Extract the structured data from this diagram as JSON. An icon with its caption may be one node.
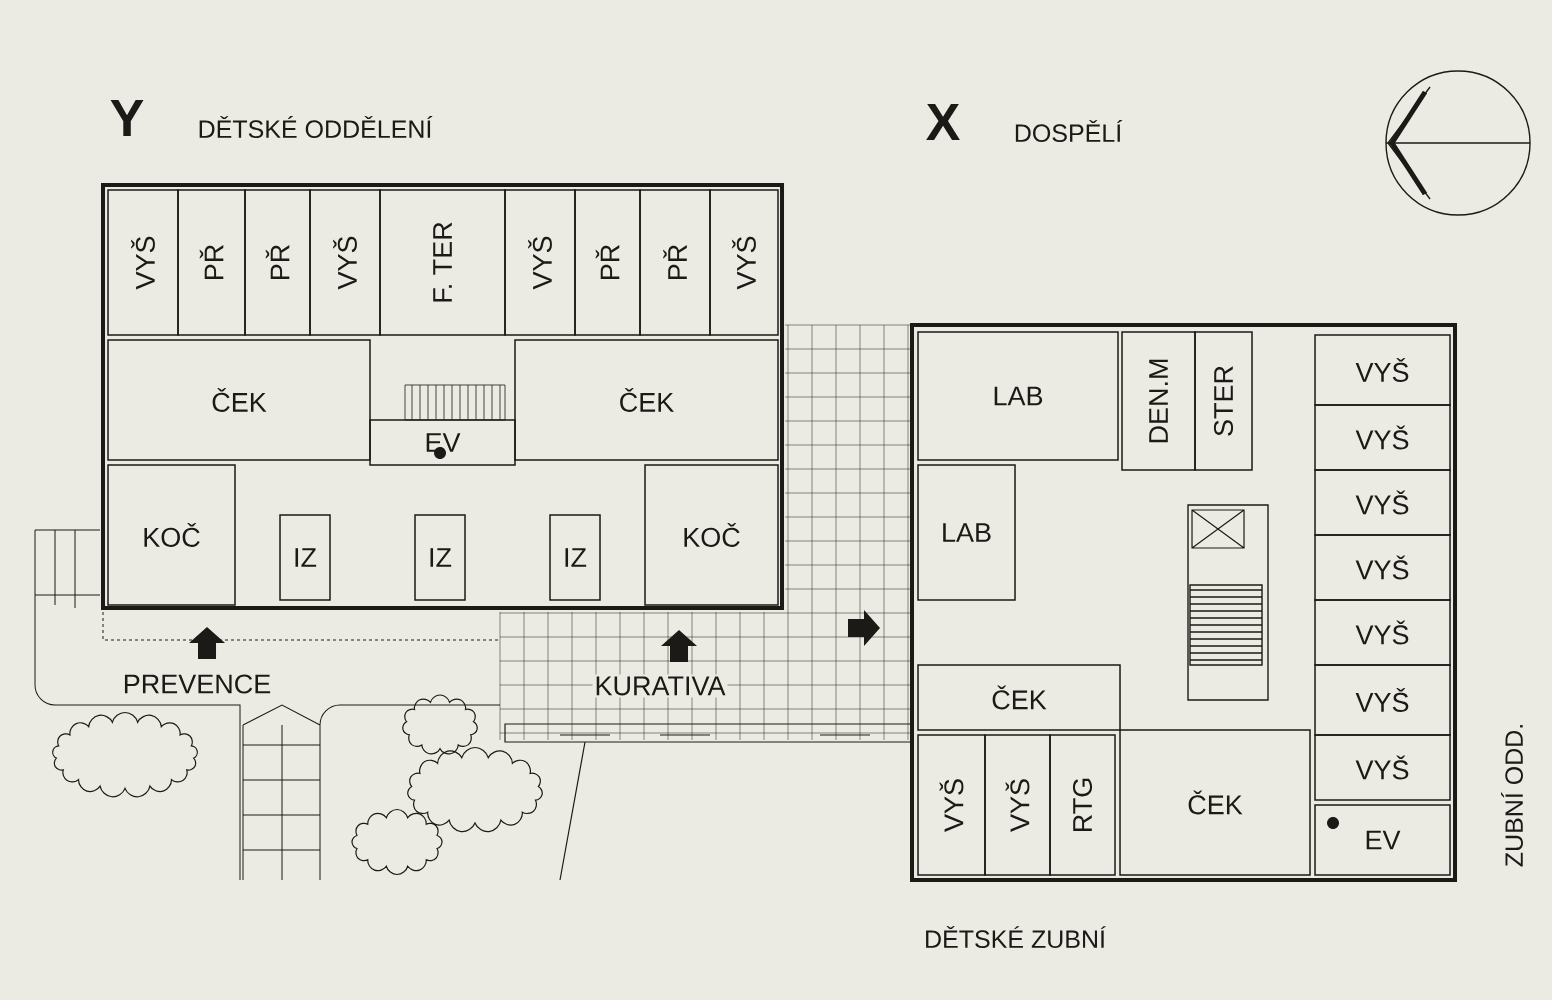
{
  "diagram": {
    "nodes": [
      {
        "text": [
          "VYŠ"
        ]
      },
      {
        "text": [
          "PŘ"
        ]
      },
      {
        "text": [
          "PŘ"
        ]
      },
      {
        "text": [
          "VYŠ"
        ]
      },
      {
        "text": [
          "F. TER"
        ]
      },
      {
        "text": [
          "VYŠ"
        ]
      },
      {
        "text": [
          "PŘ"
        ]
      },
      {
        "text": [
          "PŘ"
        ]
      },
      {
        "text": [
          "VYŠ"
        ]
      },
      {
        "text": [
          "ČEK"
        ]
      },
      {
        "text": [
          "EV"
        ]
      },
      {
        "text": [
          "ČEK"
        ]
      },
      {
        "text": [
          "KOČ"
        ]
      },
      {
        "text": [
          "IZ"
        ]
      },
      {
        "text": [
          "IZ"
        ]
      },
      {
        "text": [
          "IZ"
        ]
      },
      {
        "text": [
          "KOČ"
        ]
      },
      {
        "text": [
          "LAB"
        ]
      },
      {
        "text": [
          "DEN.M"
        ]
      },
      {
        "text": [
          "STER"
        ]
      },
      {
        "text": [
          "VYŠ"
        ]
      },
      {
        "text": [
          "VYŠ"
        ]
      },
      {
        "text": [
          "LAB"
        ]
      },
      {
        "text": [
          "VYŠ"
        ]
      },
      {
        "text": [
          "VYŠ"
        ]
      },
      {
        "text": [
          "VYŠ"
        ]
      },
      {
        "text": [
          "ČEK"
        ]
      },
      {
        "text": [
          "VYŠ"
        ]
      },
      {
        "text": [
          "VYŠ"
        ]
      },
      {
        "text": [
          "VYŠ"
        ]
      },
      {
        "text": [
          "RTG"
        ]
      },
      {
        "text": [
          "ČEK"
        ]
      },
      {
        "text": [
          "VYŠ"
        ]
      },
      {
        "text": [
          "EV"
        ]
      }
    ],
    "labels": [
      "Y",
      "DĚTSKÉ ODDĚLENÍ",
      "X",
      "DOSPĚLÍ",
      "PREVENCE",
      "KURATIVA",
      "ZUBNÍ ODD.",
      "DĚTSKÉ ZUBNÍ"
    ]
  }
}
